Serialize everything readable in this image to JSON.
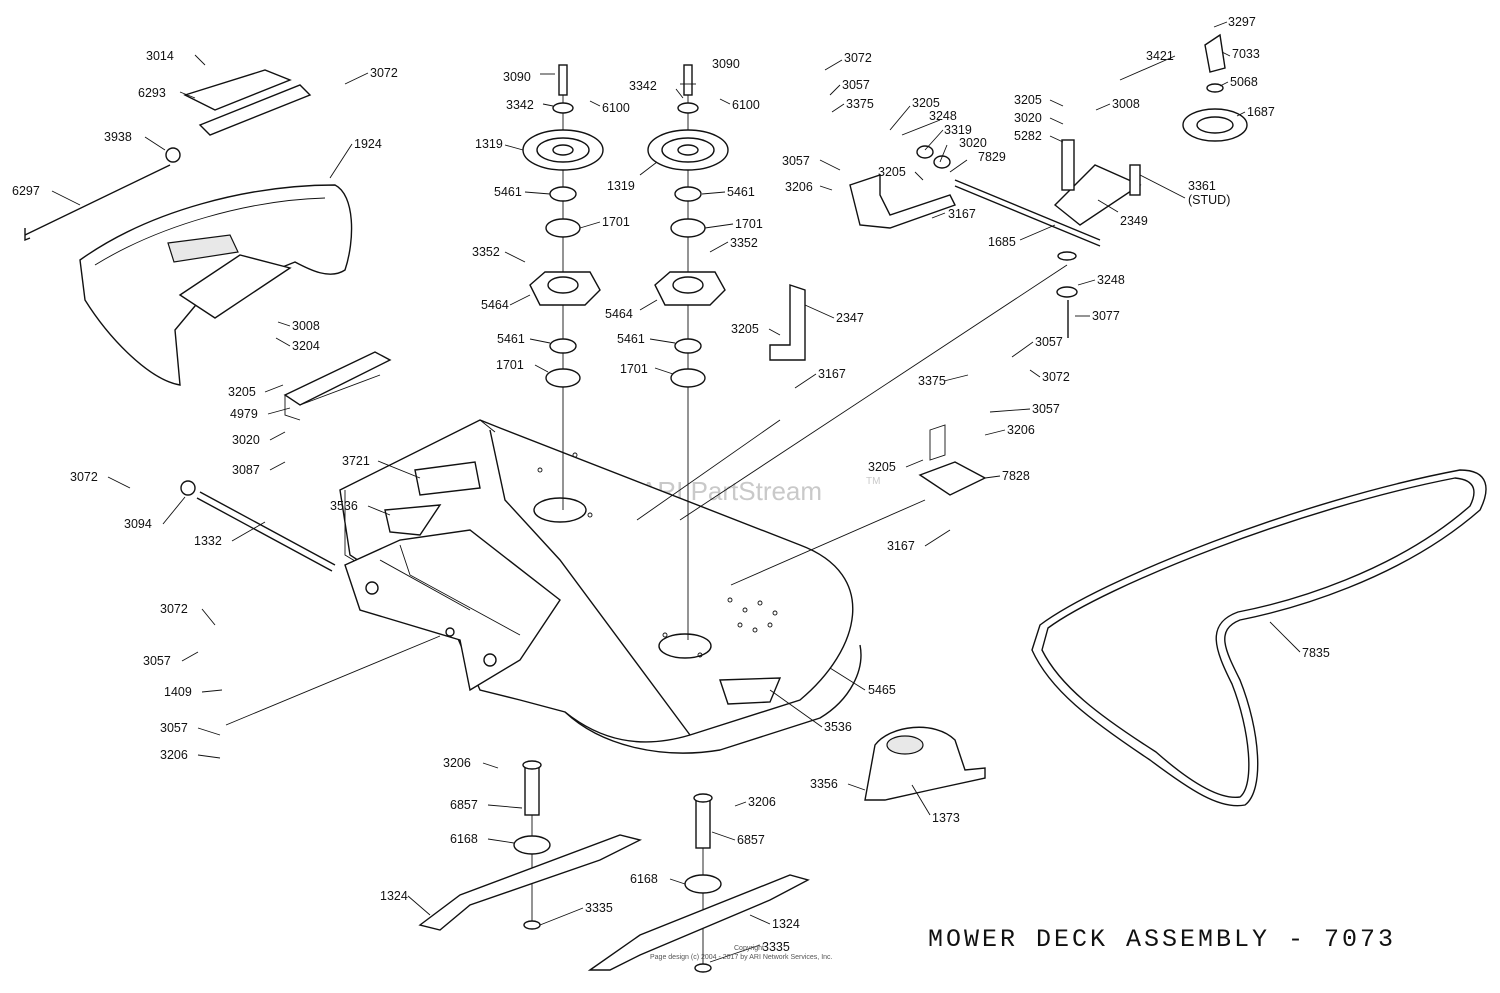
{
  "title": "MOWER DECK ASSEMBLY - 7073",
  "watermark": {
    "text": "ARI PartStream",
    "tm": "TM"
  },
  "copyright": {
    "line1": "Copyright",
    "line2": "Page design (c) 2004 - 2017 by ARI Network Services, Inc."
  },
  "parts": {
    "p3297": "3297",
    "p7033": "7033",
    "p5068": "5068",
    "p1687": "1687",
    "p3421": "3421",
    "p3008a": "3008",
    "p3205a": "3205",
    "p3020a": "3020",
    "p5282": "5282",
    "p3361": "3361",
    "p3361b": "(STUD)",
    "p2349": "2349",
    "p1685": "1685",
    "p3248a": "3248",
    "p3077": "3077",
    "p3072a": "3072",
    "p3057a": "3057",
    "p3375a": "3375",
    "p3205b": "3205",
    "p3248b": "3248",
    "p3319": "3319",
    "p3020b": "3020",
    "p7829": "7829",
    "p3057b": "3057",
    "p3206a": "3206",
    "p3205c": "3205",
    "p3167a": "3167",
    "p3090a": "3090",
    "p3342a": "3342",
    "p6100a": "6100",
    "p1319a": "1319",
    "p5461a": "5461",
    "p1701a": "1701",
    "p3352a": "3352",
    "p5464a": "5464",
    "p5461b": "5461",
    "p1701b": "1701",
    "p3090b": "3090",
    "p3342b": "3342",
    "p6100b": "6100",
    "p1319b": "1319",
    "p5461c": "5461",
    "p1701c": "1701",
    "p3352b": "3352",
    "p5464b": "5464",
    "p5461d": "5461",
    "p1701d": "1701",
    "p3014": "3014",
    "p6293": "6293",
    "p3072b": "3072",
    "p3938": "3938",
    "p6297": "6297",
    "p1924": "1924",
    "p3008b": "3008",
    "p3204": "3204",
    "p3205d": "3205",
    "p4979": "4979",
    "p3020c": "3020",
    "p3087": "3087",
    "p3721": "3721",
    "p3536a": "3536",
    "p3072c": "3072",
    "p3094": "3094",
    "p1332": "1332",
    "p2347": "2347",
    "p3205e": "3205",
    "p3167b": "3167",
    "p3375b": "3375",
    "p3057c": "3057",
    "p3072d": "3072",
    "p3057d": "3057",
    "p3206b": "3206",
    "p3205f": "3205",
    "p7828": "7828",
    "p3167c": "3167",
    "p3072e": "3072",
    "p3057e": "3057",
    "p1409": "1409",
    "p3057f": "3057",
    "p3206c": "3206",
    "p5465": "5465",
    "p3536b": "3536",
    "p7835": "7835",
    "p3206d": "3206",
    "p6857a": "6857",
    "p6168a": "6168",
    "p1324a": "1324",
    "p3335a": "3335",
    "p3206e": "3206",
    "p6857b": "6857",
    "p6168b": "6168",
    "p1324b": "1324",
    "p3335b": "3335",
    "p3356": "3356",
    "p1373": "1373"
  }
}
